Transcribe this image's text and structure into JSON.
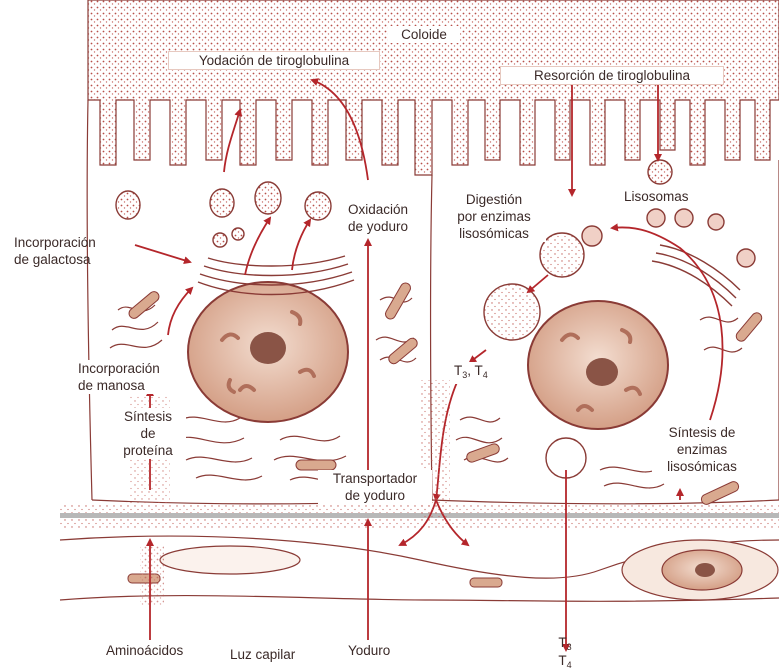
{
  "colors": {
    "accent": "#b8504a",
    "arrow": "#b4262b",
    "line": "#8a3b36",
    "nucleus_fill": "#d9a98f",
    "nucleolus": "#8a5446",
    "text": "#3b2a28",
    "basement": "#b8b8b8"
  },
  "labels": {
    "coloide": "Coloide",
    "yodacion": "Yodación de tiroglobulina",
    "resorcion": "Resorción de tiroglobulina",
    "oxidacion_1": "Oxidación",
    "oxidacion_2": "de yoduro",
    "digestion_1": "Digestión",
    "digestion_2": "por enzimas",
    "digestion_3": "lisosómicas",
    "lisosomas": "Lisosomas",
    "galactosa_1": "Incorporación",
    "galactosa_2": "de galactosa",
    "manosa_1": "Incorporación",
    "manosa_2": "de manosa",
    "sintesis_prot_1": "Síntesis",
    "sintesis_prot_2": "de",
    "sintesis_prot_3": "proteína",
    "t3t4_mid": "T",
    "t3_sub": "3",
    "t3t4_sep": ", T",
    "t4_sub": "4",
    "sintesis_enz_1": "Síntesis de",
    "sintesis_enz_2": "enzimas",
    "sintesis_enz_3": "lisosómicas",
    "transportador_1": "Transportador",
    "transportador_2": "de yoduro",
    "aminoacidos": "Aminoácidos",
    "yoduro": "Yoduro",
    "luz_capilar": "Luz capilar",
    "t3_bottom": "T",
    "t3_bottom_sub": "3",
    "t4_bottom": "T",
    "t4_bottom_sub": "4"
  }
}
